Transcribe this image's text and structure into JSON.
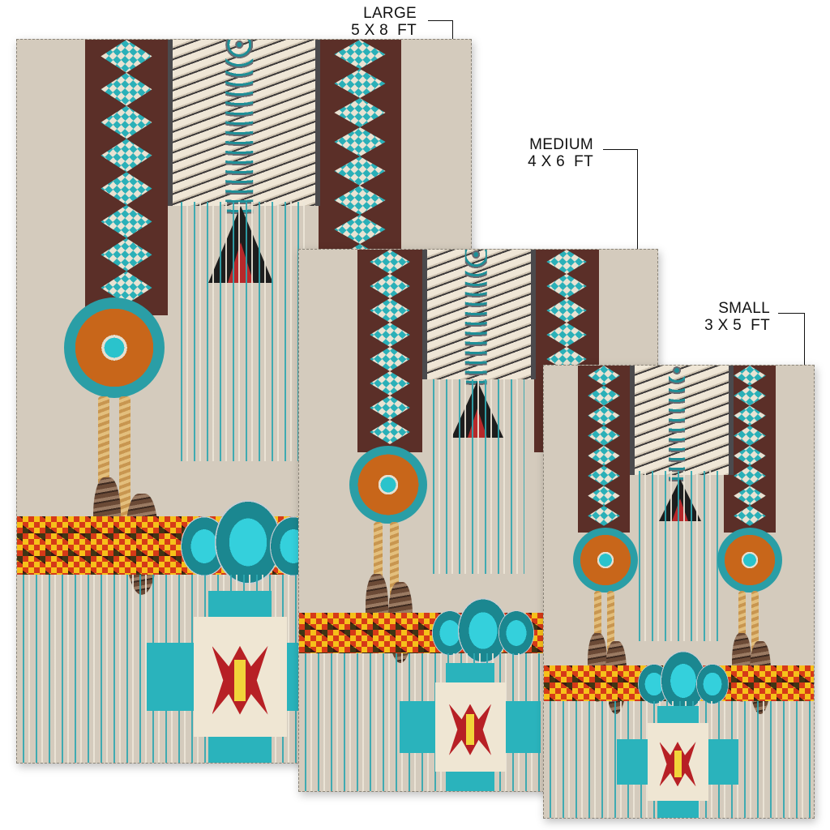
{
  "product": {
    "sizes": [
      {
        "name": "LARGE",
        "dimensions": "5 X 8  FT"
      },
      {
        "name": "MEDIUM",
        "dimensions": "4 X 6  FT"
      },
      {
        "name": "SMALL",
        "dimensions": "3 X 5  FT"
      }
    ],
    "design": {
      "background": "#d4cbbd",
      "band_color": "#5b2f28",
      "turquoise": "#2ab0b8",
      "red": "#b72025",
      "yellow": "#f6c01a",
      "bone": "#efe6d6"
    }
  }
}
